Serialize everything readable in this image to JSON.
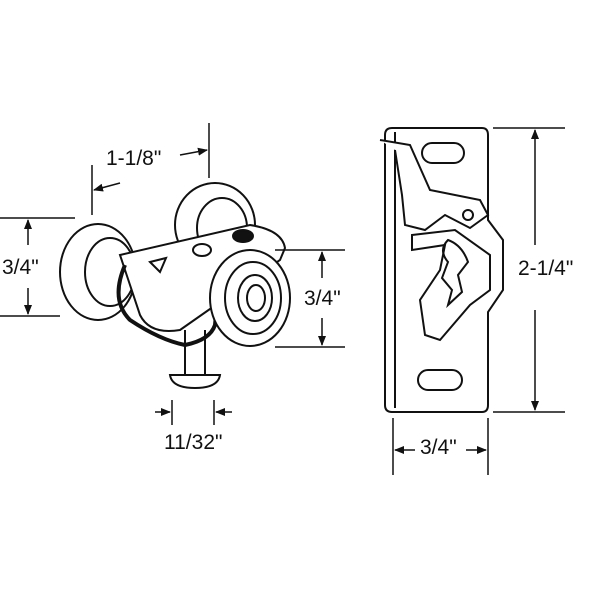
{
  "diagram": {
    "roller": {
      "dims": {
        "width": "1-1/8\"",
        "height_left": "3/4\"",
        "height_right": "3/4\"",
        "stem": "11/32\""
      }
    },
    "plate": {
      "dims": {
        "height": "2-1/4\"",
        "width": "3/4\""
      }
    },
    "colors": {
      "line": "#111111",
      "fill": "#ffffff"
    }
  }
}
